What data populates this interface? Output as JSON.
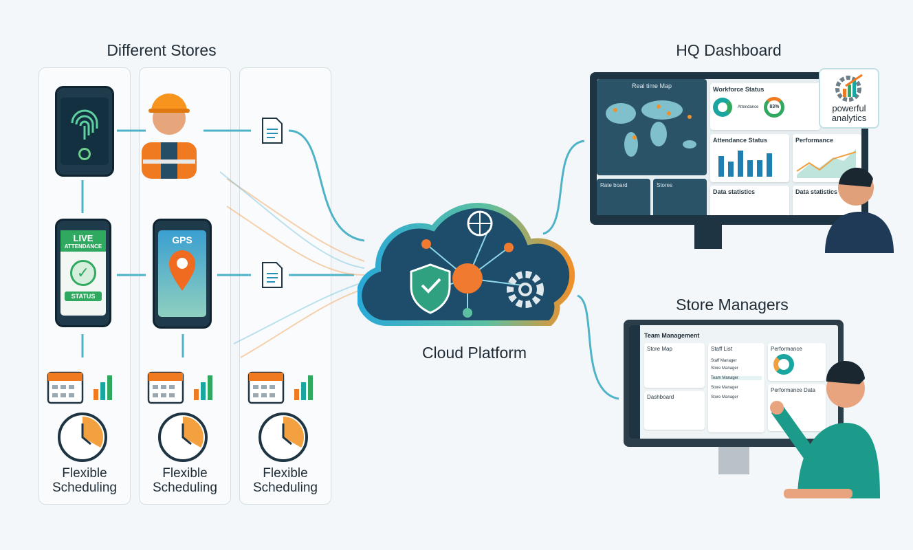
{
  "headings": {
    "stores": "Different Stores",
    "hq": "HQ Dashboard",
    "managers": "Store Managers",
    "cloud": "Cloud Platform"
  },
  "stores": [
    {
      "scheduling": "Flexible Scheduling"
    },
    {
      "scheduling": "Flexible Scheduling"
    },
    {
      "scheduling": "Flexible Scheduling"
    }
  ],
  "phone1": {
    "live": "LIVE",
    "attendance": "ATTENDANCE",
    "status": "STATUS"
  },
  "phone2": {
    "gps": "GPS"
  },
  "hq_dashboard": {
    "map_title": "Real time Map",
    "workforce": "Workforce Status",
    "attendance_title": "Attendance",
    "donut_value": "83%",
    "attendance_status": "Attendance Status",
    "performance": "Performance",
    "data_stats": "Data statistics",
    "data_stats2": "Data statistics",
    "list1": "Rate board",
    "list2": "Stores",
    "badge": "powerful analytics"
  },
  "manager_dashboard": {
    "title": "Team Management",
    "store_map": "Store Map",
    "staff_list": "Staff List",
    "performance": "Performance",
    "dashboard": "Dashboard",
    "performance_data": "Performance Data",
    "staff": [
      "Staff Manager",
      "Store Manager",
      "Team Manager",
      "Store Manager",
      "Store Manager"
    ]
  },
  "colors": {
    "teal": "#1aa6a0",
    "orange": "#f08a2c",
    "blue": "#1f7fb0",
    "green": "#3cb371",
    "dark": "#1e3442"
  }
}
